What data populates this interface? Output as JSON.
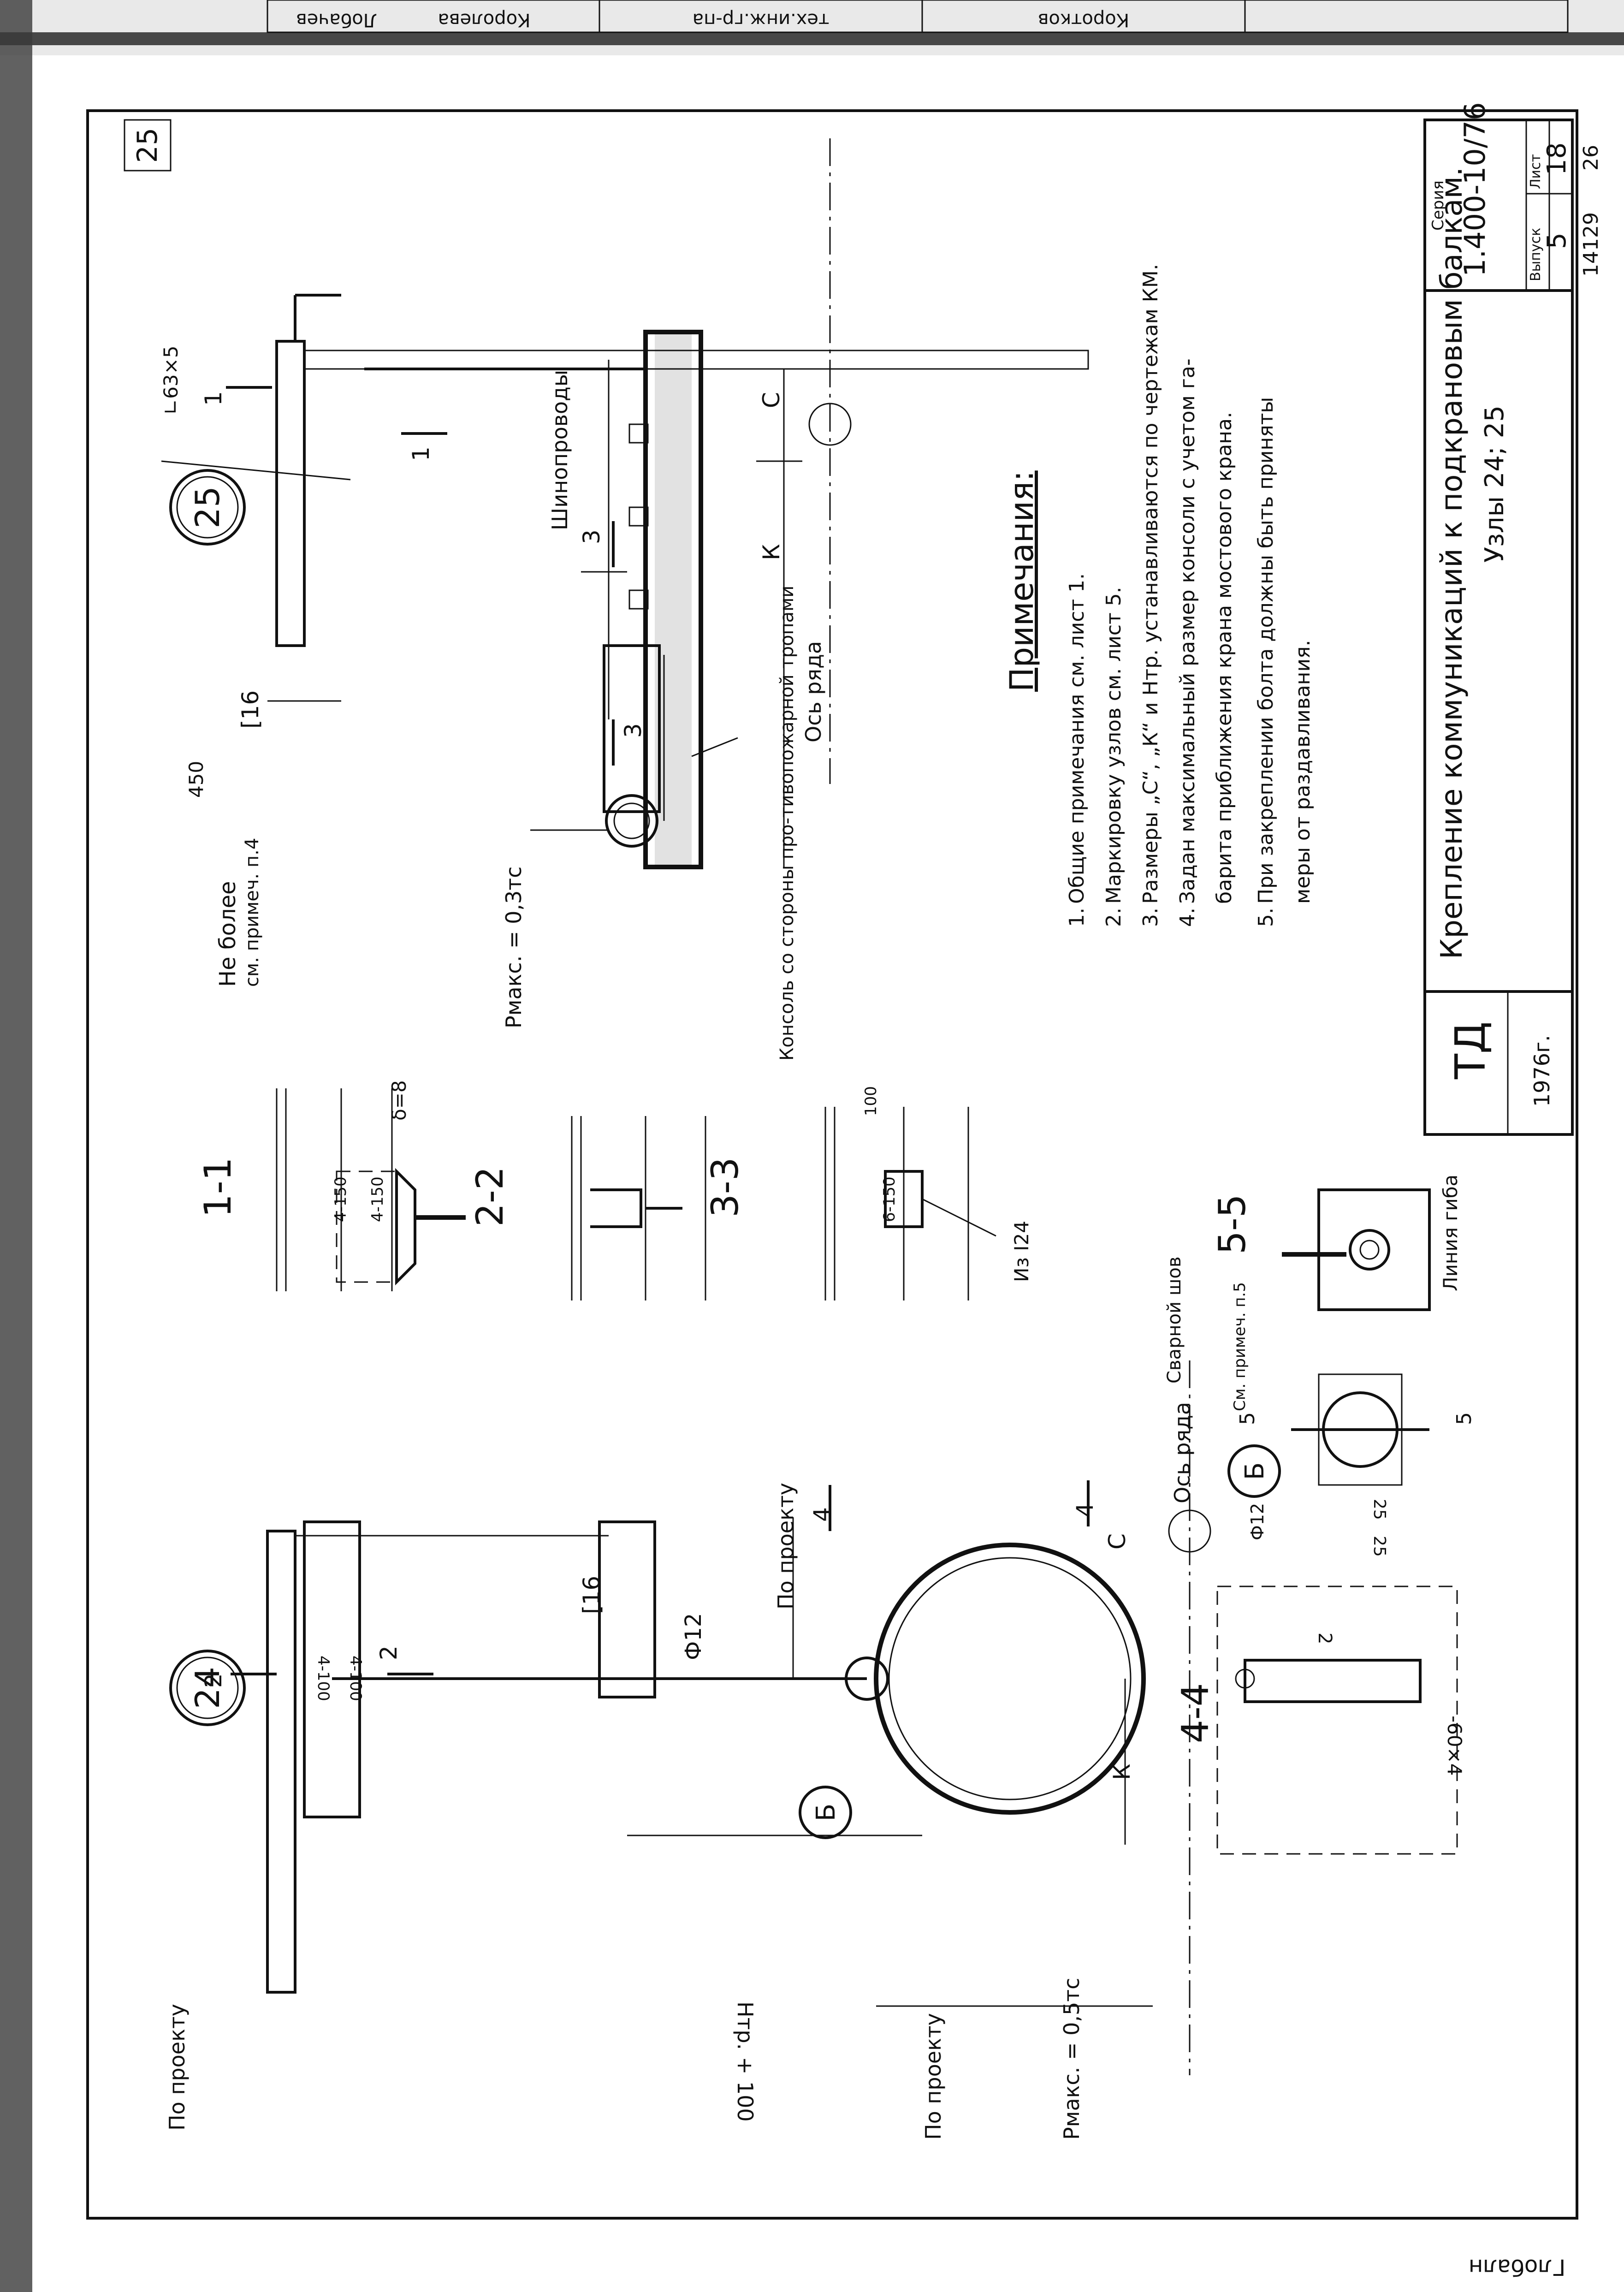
{
  "sheet_number": "25",
  "top_strip": {
    "entries": [
      "Коротков",
      "тех.инж.гр-па",
      "Королева",
      "Лобачев"
    ]
  },
  "bottom_edge_text": "Глобалн",
  "node_24": {
    "number": "24",
    "section_label": "4-4",
    "rod_label": "Ф12",
    "channel_label": "[16",
    "axis_label": "Ось ряда",
    "by_project": "По проекту",
    "dim_k": "К",
    "dim_c": "С",
    "load": "Pмакс. = 0,5тс",
    "height": "Нтр. + 100",
    "level_1": "По проекту",
    "level_2": "По проекту",
    "strip": "-60×4",
    "cut_2": "2",
    "cut_4": "4",
    "spacing_1": "4-100",
    "spacing_2": "4-100",
    "weld_mark": "2",
    "detail_b": "Б"
  },
  "node_25": {
    "number": "25",
    "label_angle": "∟63×5",
    "label_channel": "[16",
    "axis_label": "Ось ряда",
    "busbars": "Шинопроводы",
    "dim_c": "С",
    "dim_k": "К",
    "dim_450": "450",
    "not_more": "Не более",
    "see_note": "см. примеч. п.4",
    "load": "Pмакс. = 0,3тс",
    "console": "Консоль со стороны про-тивопожарной тропами",
    "cut_1": "1",
    "cut_3": "3"
  },
  "sections": {
    "s1_title": "1-1",
    "s2_title": "2-2",
    "s2_delta": "δ=8",
    "s2_spacing_a": "4-150",
    "s2_spacing_b": "4-150",
    "s3_title": "3-3",
    "s3_spacing": "6-150",
    "s3_dim": "100",
    "s3_profile": "Из I24",
    "s5_title": "5-5",
    "s5_bend": "Линия гиба"
  },
  "detail_b": {
    "label": "Б",
    "rod": "Ф12",
    "weld": "Сварной шов",
    "see_note": "См. примеч. п.5",
    "dim_a": "25",
    "dim_b": "25",
    "cut": "5"
  },
  "notes": {
    "title": "Примечания:",
    "items": [
      "Общие примечания см. лист 1.",
      "Маркировку узлов см. лист 5.",
      "Размеры „С“, „К“ и Нтр. устанавливаются по чертежам КМ.",
      "Задан максимальный размер консоли с учетом га-",
      "барита приближения крана мостового крана.",
      "При закреплении болта должны быть приняты",
      "меры от раздавливания."
    ],
    "numbers": [
      "1.",
      "2.",
      "3.",
      "4.",
      "5."
    ]
  },
  "title_block": {
    "org": "ТД",
    "year": "1976г.",
    "title": "Крепление коммуникаций к подкрановым балкам.",
    "subtitle": "Узлы 24; 25",
    "series_label": "Серия",
    "series": "1.400-10/76",
    "issue_label": "Выпуск",
    "issue": "5",
    "sheet_label": "Лист",
    "sheet": "18",
    "doc_number": "14129",
    "page": "26"
  }
}
